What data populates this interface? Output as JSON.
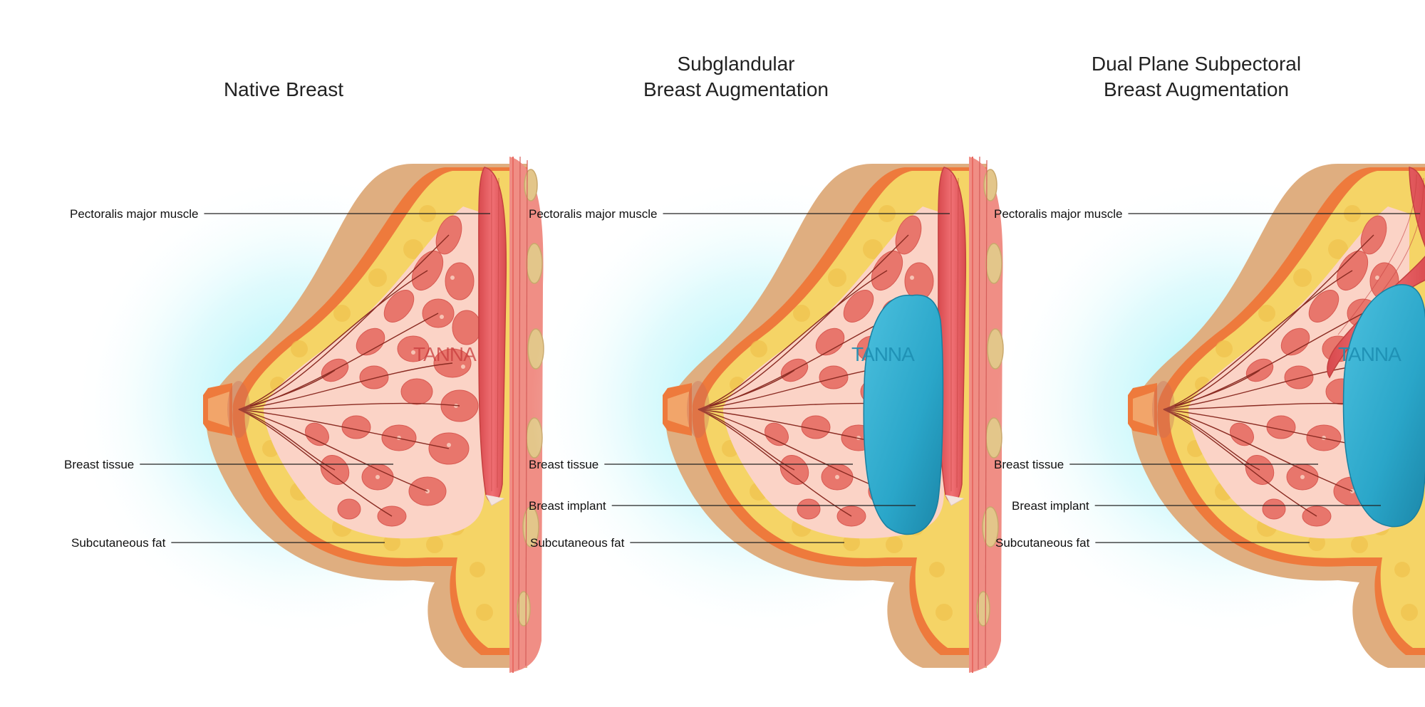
{
  "panels": [
    {
      "title_lines": [
        "Native Breast"
      ],
      "watermark": "TANNA",
      "labels": {
        "pectoralis": "Pectoralis major muscle",
        "tissue": "Breast tissue",
        "fat": "Subcutaneous fat"
      }
    },
    {
      "title_lines": [
        "Subglandular",
        "Breast Augmentation"
      ],
      "watermark": "TANNA",
      "labels": {
        "pectoralis": "Pectoralis major muscle",
        "tissue": "Breast tissue",
        "implant": "Breast implant",
        "fat": "Subcutaneous fat"
      }
    },
    {
      "title_lines": [
        "Dual Plane Subpectoral",
        "Breast Augmentation"
      ],
      "watermark": "TANNA",
      "labels": {
        "pectoralis": "Pectoralis major muscle",
        "tissue": "Breast tissue",
        "implant": "Breast implant",
        "fat": "Subcutaneous fat"
      }
    }
  ],
  "colors": {
    "skin": "#dfae80",
    "skin_edge": "#ee7a3c",
    "fat": "#f5d466",
    "gland_bg": "#fbd3c6",
    "lobule": "#e8766c",
    "duct": "#8a2b22",
    "muscle": "#e55a5c",
    "chest_wall": "#f08e85",
    "rib": "#e3c68a",
    "implant": "#2aa6c9",
    "glow": "#8ff0f7"
  }
}
